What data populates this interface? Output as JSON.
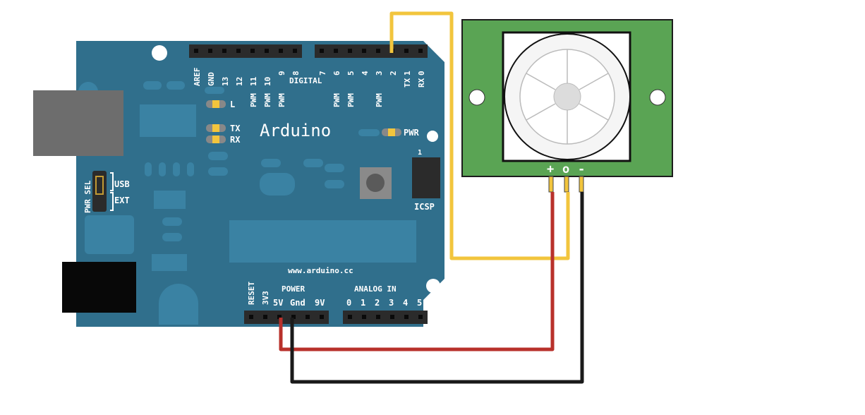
{
  "board": {
    "name": "Arduino",
    "url": "www.arduino.cc",
    "digital_label": "DIGITAL",
    "digital_pins_left": [
      "AREF",
      "GND",
      "13",
      "12",
      "11",
      "10",
      "9",
      "8"
    ],
    "digital_pins_right": [
      "7",
      "6",
      "5",
      "4",
      "3",
      "2",
      "1",
      "0"
    ],
    "tx_label": "TX",
    "rx_label": "RX",
    "pwm": "PWM",
    "led_l": "L",
    "led_tx": "TX",
    "led_rx": "RX",
    "led_pwr": "PWR",
    "icsp": "ICSP",
    "icsp_pin1": "1",
    "pwr_sel": "PWR SEL",
    "usb": "USB",
    "ext": "EXT",
    "power_label": "POWER",
    "power_pins": [
      "RESET",
      "3V3",
      "5V",
      "Gnd",
      "9V"
    ],
    "analog_label": "ANALOG IN",
    "analog_pins": [
      "0",
      "1",
      "2",
      "3",
      "4",
      "5"
    ]
  },
  "sensor": {
    "pin_labels": [
      "+",
      "o",
      "-"
    ]
  },
  "colors": {
    "board": "#306f8c",
    "board_light": "#3a82a3",
    "sensor_pcb": "#5aa454",
    "wire_signal": "#f2c53d",
    "wire_power": "#b8312b",
    "wire_ground": "#1a1a1a"
  }
}
